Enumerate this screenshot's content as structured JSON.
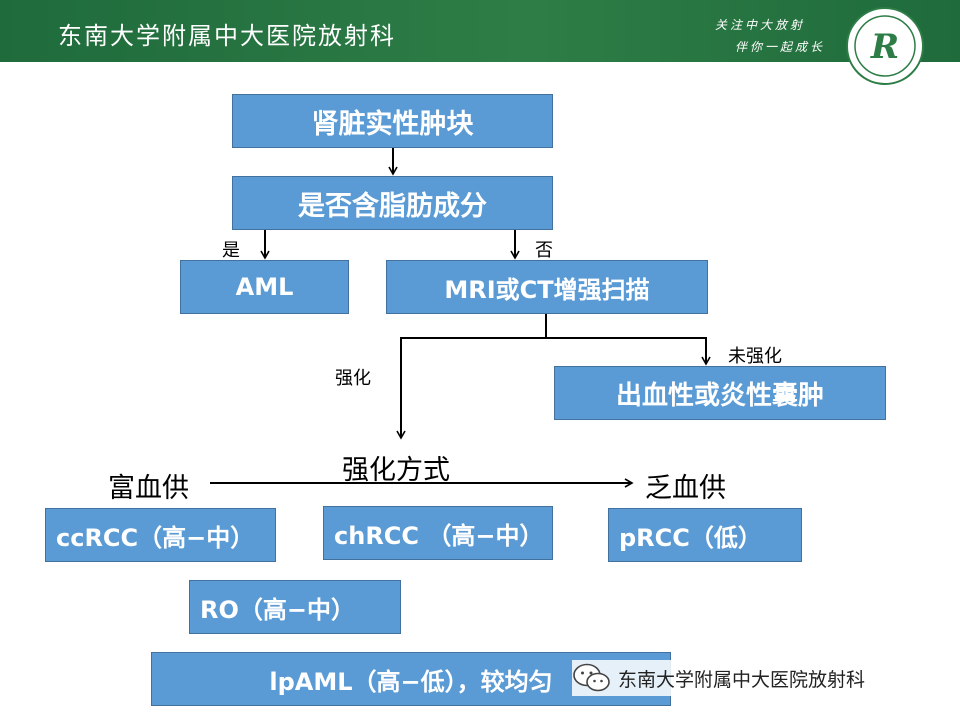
{
  "header": {
    "title": "东南大学附属中大医院放射科",
    "slogan_line1": "关注中大放射",
    "slogan_line2": "伴你一起成长",
    "logo_letter": "R",
    "colors": {
      "bar": "#2e7d46",
      "text": "#ffffff"
    }
  },
  "flow": {
    "box_color": "#5b9bd5",
    "n1": "肾脏实性肿块",
    "n2": "是否含脂肪成分",
    "yes_label": "是",
    "no_label": "否",
    "aml": "AML",
    "mri": "MRI或CT增强扫描",
    "enhanced_label": "强化",
    "unenhanced_label": "未强化",
    "cyst": "出血性或炎性囊肿",
    "mode_label": "强化方式",
    "rich_label": "富血供",
    "poor_label": "乏血供",
    "ccrcc": "ccRCC（高−中）",
    "chrcc": "chRCC （高−中）",
    "prcc": "pRCC（低）",
    "ro": "RO（高−中）",
    "lpaml": "lpAML（高−低），较均匀"
  },
  "watermark": {
    "text": "东南大学附属中大医院放射科",
    "icon": "wechat-icon"
  }
}
